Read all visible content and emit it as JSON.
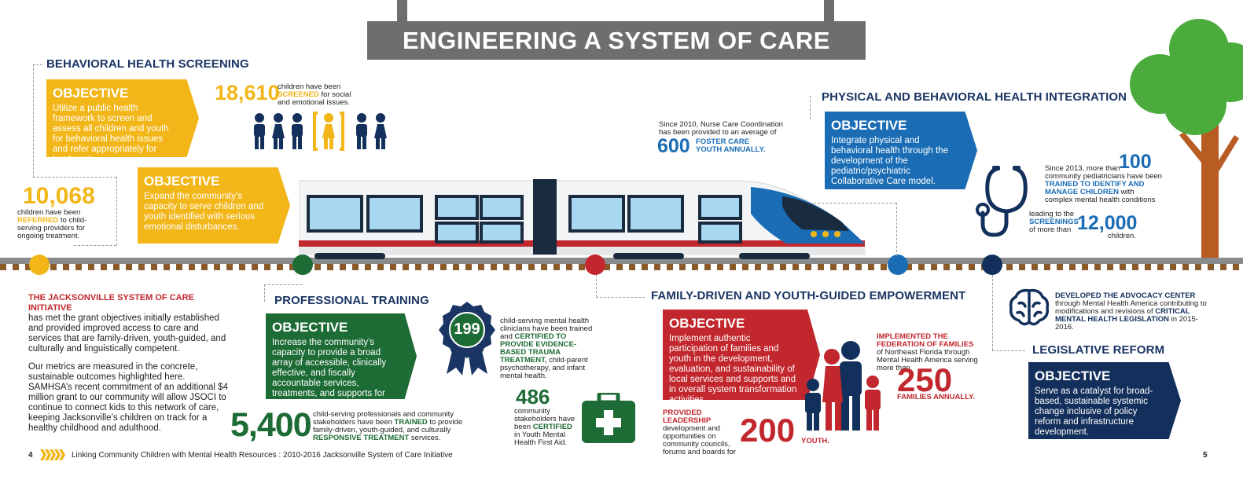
{
  "header": {
    "title": "ENGINEERING A SYSTEM OF CARE"
  },
  "screening": {
    "section_title": "BEHAVIORAL HEALTH SCREENING",
    "objective1": {
      "heading": "OBJECTIVE",
      "text": "Utilize a public health framework to screen and assess all children and youth for behavioral health issues and refer appropriately for treatment."
    },
    "objective2": {
      "heading": "OBJECTIVE",
      "text": "Expand the community’s capacity to serve children and youth identified with serious emotional disturbances."
    },
    "stat1": {
      "number": "18,610",
      "pre": "children have been",
      "hl": "SCREENED",
      "post": "for social and emotional issues."
    },
    "stat2": {
      "number": "10,068",
      "pre": "children have been",
      "hl": "REFERRED",
      "post": "to child-serving providers for ongoing treatment."
    }
  },
  "intro": {
    "title": "THE JACKSONVILLE SYSTEM OF CARE INITIATIVE",
    "p1": "has met the grant objectives initially established and provided improved access to care and services that are family-driven, youth-guided, and culturally and linguistically competent.",
    "p2": "Our metrics are measured in the concrete, sustainable outcomes highlighted here. SAMHSA’s recent commitment of an additional $4 million grant to our community will allow JSOCI to continue to connect kids to this network of care, keeping Jacksonville’s children on track for a healthy childhood and adulthood."
  },
  "training": {
    "section_title": "PROFESSIONAL TRAINING",
    "objective": {
      "heading": "OBJECTIVE",
      "text": "Increase the community’s capacity to provide a broad array of accessible, clinically effective, and fiscally accountable services, treatments, and supports for children and families."
    },
    "stat1": {
      "number": "199",
      "pre": "child-serving mental health clinicians have been trained and",
      "hl": "CERTIFIED TO PROVIDE EVIDENCE-BASED TRAUMA TREATMENT,",
      "post": "child-parent psychotherapy, and infant mental health."
    },
    "stat2": {
      "number": "486",
      "pre": "community stakeholders have been",
      "hl": "CERTIFIED",
      "post": "in Youth Mental Health First Aid."
    },
    "stat3": {
      "number": "5,400",
      "pre": "child-serving professionals and community stakeholders have been",
      "hl": "TRAINED",
      "mid": "to provide family-driven, youth-guided, and culturally",
      "hl2": "RESPONSIVE TREATMENT",
      "post": "services."
    }
  },
  "family": {
    "section_title": "FAMILY-DRIVEN AND YOUTH-GUIDED EMPOWERMENT",
    "objective": {
      "heading": "OBJECTIVE",
      "text": "Implement authentic participation of families and youth in the development, evaluation, and sustainability of local services and supports and in overall system transformation activities."
    },
    "nurse": {
      "pre": "Since 2010, Nurse Care Coordination has been provided to an average of",
      "number": "600",
      "hl": "FOSTER CARE YOUTH ANNUALLY."
    },
    "federation": {
      "hl": "IMPLEMENTED THE FEDERATION OF FAMILIES",
      "text": "of Northeast Florida through Mental Health America serving more than",
      "number": "250",
      "hl2": "FAMILIES ANNUALLY."
    },
    "leadership": {
      "hl": "PROVIDED LEADERSHIP",
      "text": "development and opportunities on community councils, forums and boards for",
      "number": "200",
      "hl2": "YOUTH."
    }
  },
  "integration": {
    "section_title": "PHYSICAL AND BEHAVIORAL HEALTH INTEGRATION",
    "objective": {
      "heading": "OBJECTIVE",
      "text": "Integrate physical and behavioral health through the development of the pediatric/psychiatric Collaborative Care model."
    },
    "stat1": {
      "pre": "Since 2013, more than",
      "number": "100",
      "text": "community pediatricians have been",
      "hl": "TRAINED TO IDENTIFY AND MANAGE CHILDREN",
      "post": "with complex mental health conditions"
    },
    "stat2": {
      "pre": "leading to the",
      "hl": "SCREENINGS",
      "mid": "of more than",
      "number": "12,000",
      "post": "children."
    }
  },
  "legislative": {
    "section_title": "LEGISLATIVE REFORM",
    "objective": {
      "heading": "OBJECTIVE",
      "text": "Serve as a catalyst for broad-based, sustainable systemic change inclusive of policy reform and infrastructure development."
    },
    "stat": {
      "hl": "DEVELOPED THE ADVOCACY CENTER",
      "text": "through Mental Health America contributing to modifications and revisions of",
      "hl2": "CRITICAL MENTAL HEALTH LEGISLATION",
      "post": "in 2015-2016."
    }
  },
  "footer": {
    "page_left": "4",
    "text": "Linking Community Children with Mental Health Resources : 2010-2016 Jacksonville System of Care Initiative",
    "page_right": "5"
  },
  "colors": {
    "yellow": "#f2b619",
    "green": "#1d6b35",
    "red": "#c1272d",
    "blue": "#1a6db5",
    "navy": "#13305c"
  }
}
